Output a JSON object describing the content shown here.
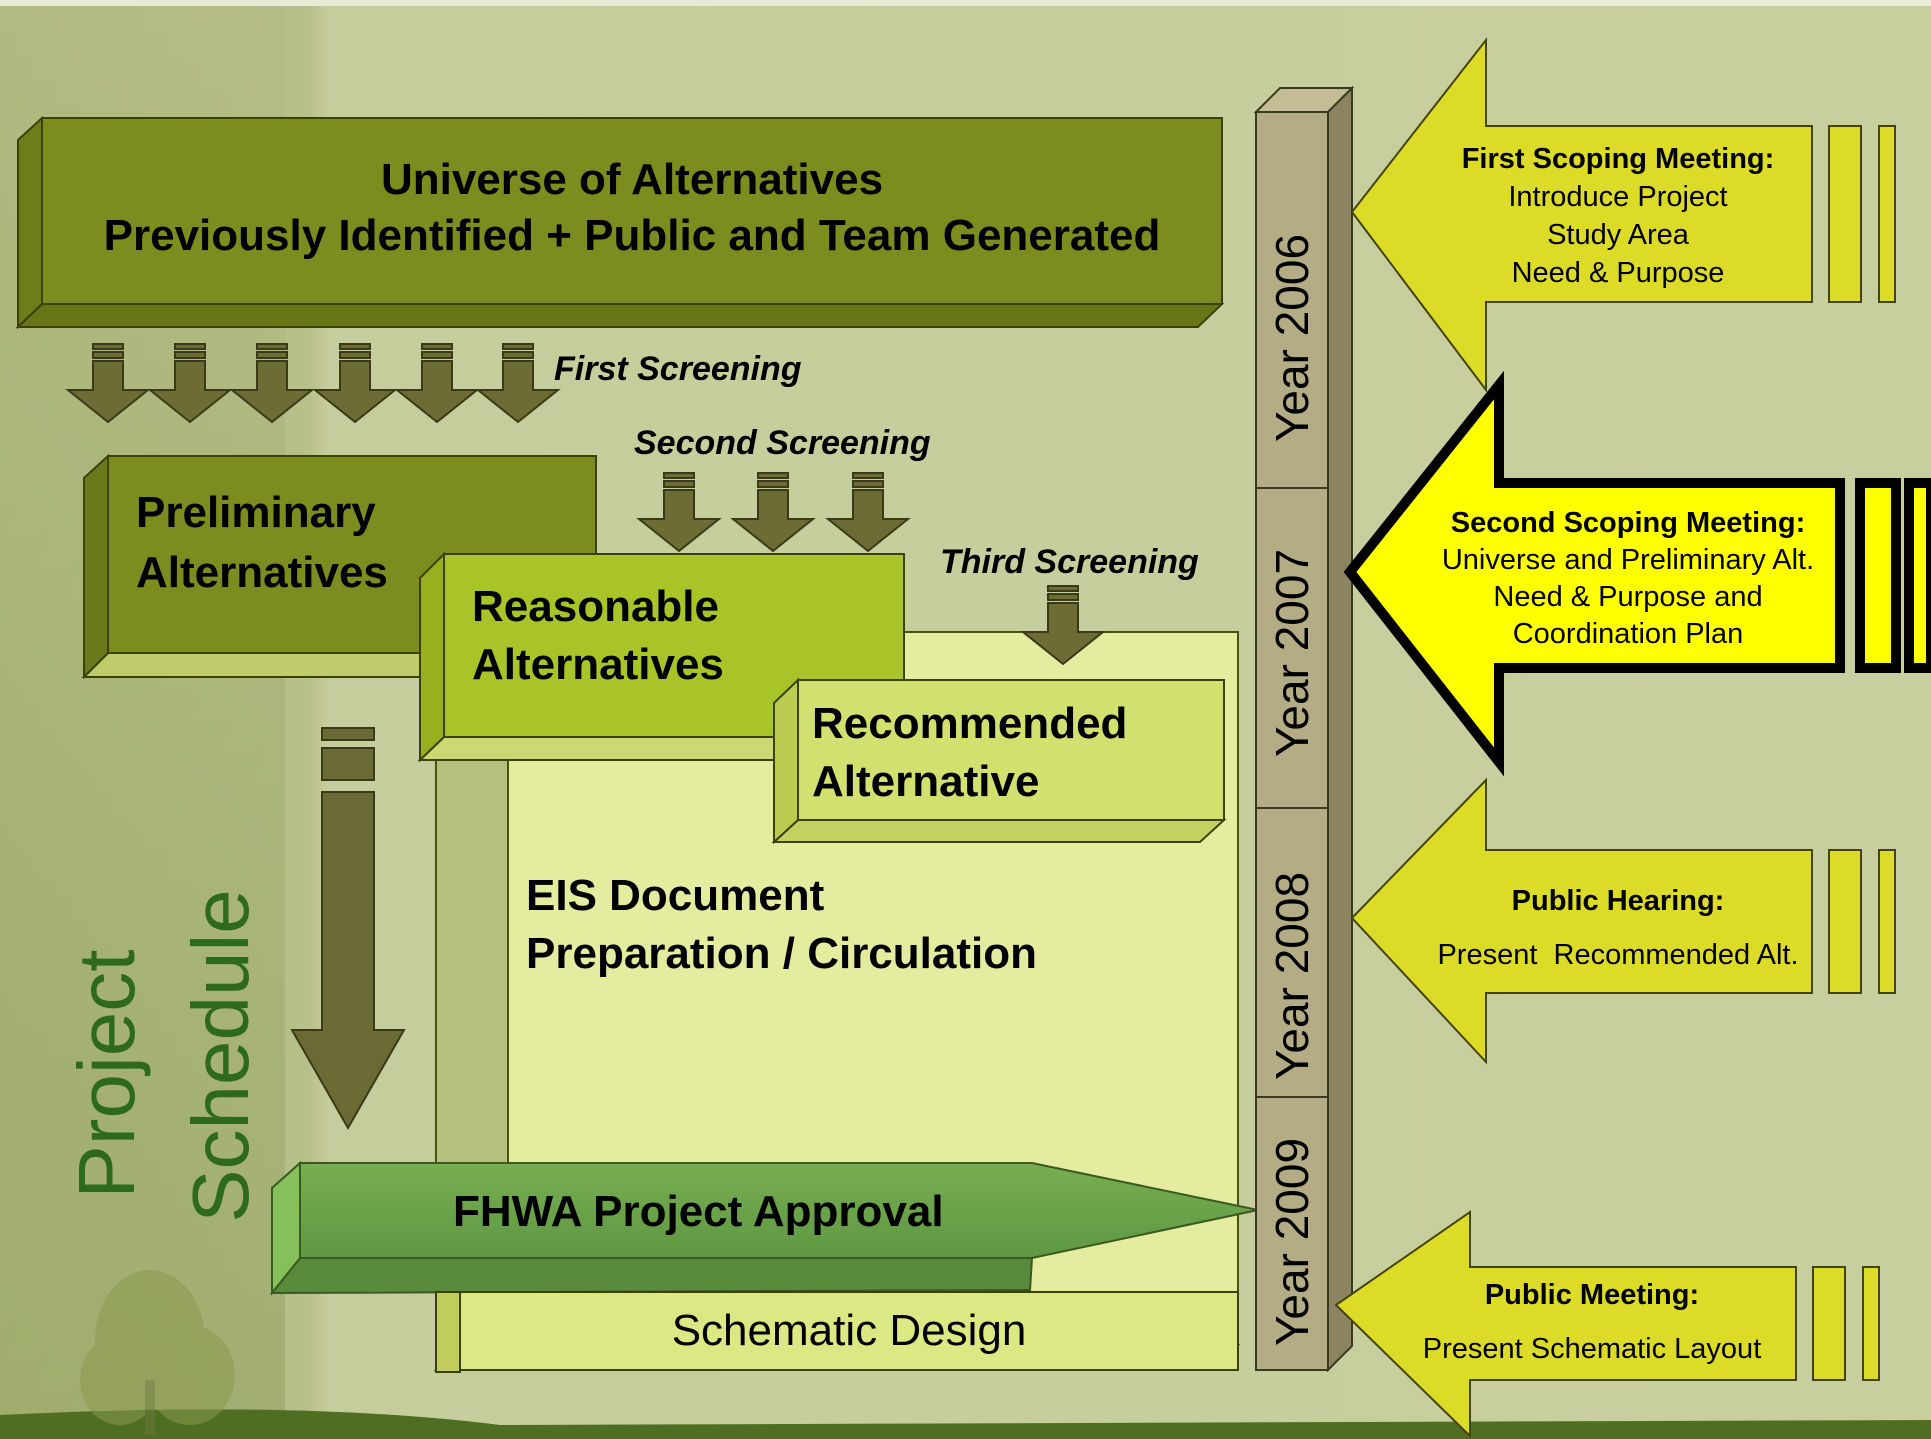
{
  "universe": {
    "line1": "Universe of Alternatives",
    "line2": "Previously Identified + Public and Team Generated"
  },
  "screenings": {
    "first": "First Screening",
    "second": "Second Screening",
    "third": "Third Screening"
  },
  "boxes": {
    "preliminary_1": "Preliminary",
    "preliminary_2": "Alternatives",
    "reasonable_1": "Reasonable",
    "reasonable_2": "Alternatives",
    "recommended_1": "Recommended",
    "recommended_2": "Alternative",
    "eis_1": "EIS Document",
    "eis_2": "Preparation / Circulation",
    "approval": "FHWA Project Approval",
    "schematic": "Schematic Design"
  },
  "schedule": {
    "line1": "Project",
    "line2": "Schedule"
  },
  "timeline": {
    "years": [
      "Year 2006",
      "Year 2007",
      "Year 2008",
      "Year 2009"
    ]
  },
  "meetings": [
    {
      "title": "First Scoping Meeting:",
      "lines": [
        "Introduce Project",
        "Study Area",
        "Need & Purpose"
      ]
    },
    {
      "title": "Second Scoping Meeting:",
      "lines": [
        "Universe and Preliminary Alt.",
        "Need & Purpose and",
        "Coordination Plan"
      ]
    },
    {
      "title": "Public Hearing:",
      "lines": [
        "Present  Recommended Alt."
      ]
    },
    {
      "title": "Public Meeting:",
      "lines": [
        "Present Schematic Layout"
      ]
    }
  ],
  "colors": {
    "background": "#c4cc99",
    "dark_green": "#7c8c1c",
    "mid_green": "#a8c428",
    "light_green": "#d2e06e",
    "pale_green": "#e2ec9a",
    "approval_green": "#6aa04a",
    "arrow_olive": "#6c6c34",
    "timeline_tan": "#b4ac84",
    "callout_yellow": "#dede24",
    "highlight_yellow": "#ffff00",
    "schedule_text": "#2e6a1e"
  }
}
